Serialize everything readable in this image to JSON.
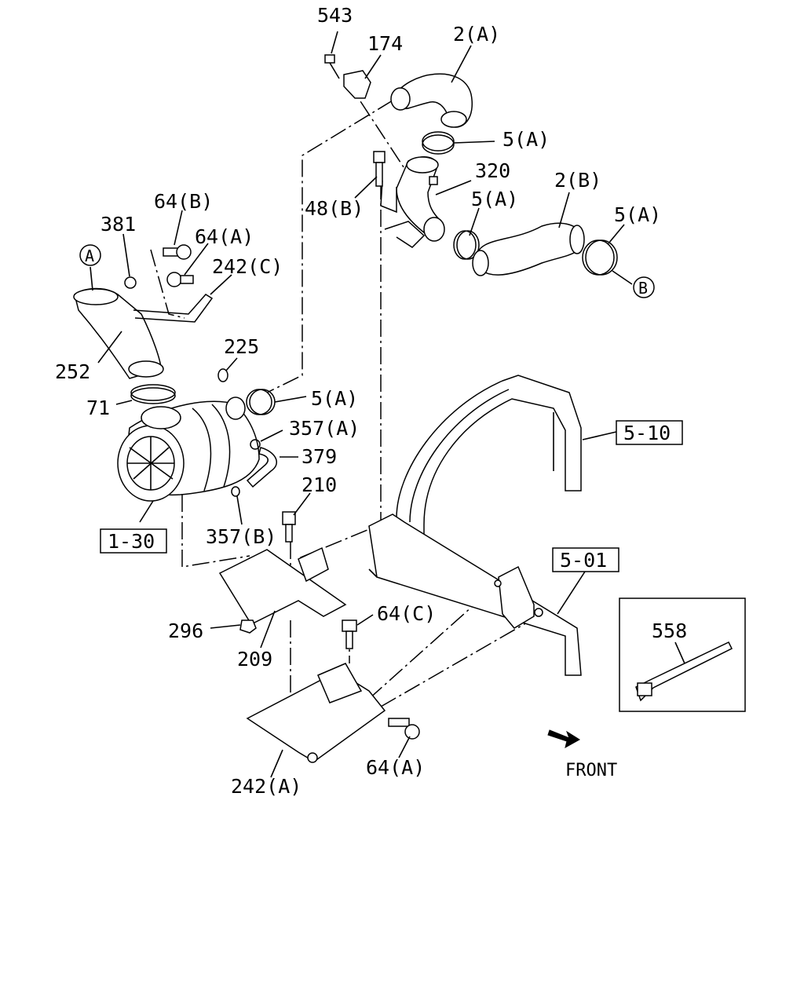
{
  "labels": {
    "p543": "543",
    "p174": "174",
    "p2a": "2(A)",
    "p5a_1": "5(A)",
    "p320": "320",
    "p48b": "48(B)",
    "p5a_2": "5(A)",
    "p2b": "2(B)",
    "p5a_3": "5(A)",
    "p64b_top": "64(B)",
    "p381": "381",
    "p64a_top": "64(A)",
    "p242c": "242(C)",
    "p225": "225",
    "p252": "252",
    "p5a_4": "5(A)",
    "p71": "71",
    "p357a": "357(A)",
    "p379": "379",
    "p210": "210",
    "p357b": "357(B)",
    "p296": "296",
    "p209": "209",
    "p64c": "64(C)",
    "p242a": "242(A)",
    "p64a_bottom": "64(A)",
    "p558": "558",
    "front": "FRONT"
  },
  "refs": {
    "r130": "1-30",
    "r510": "5-10",
    "r501": "5-01"
  },
  "circles": {
    "a": "A",
    "b": "B"
  }
}
